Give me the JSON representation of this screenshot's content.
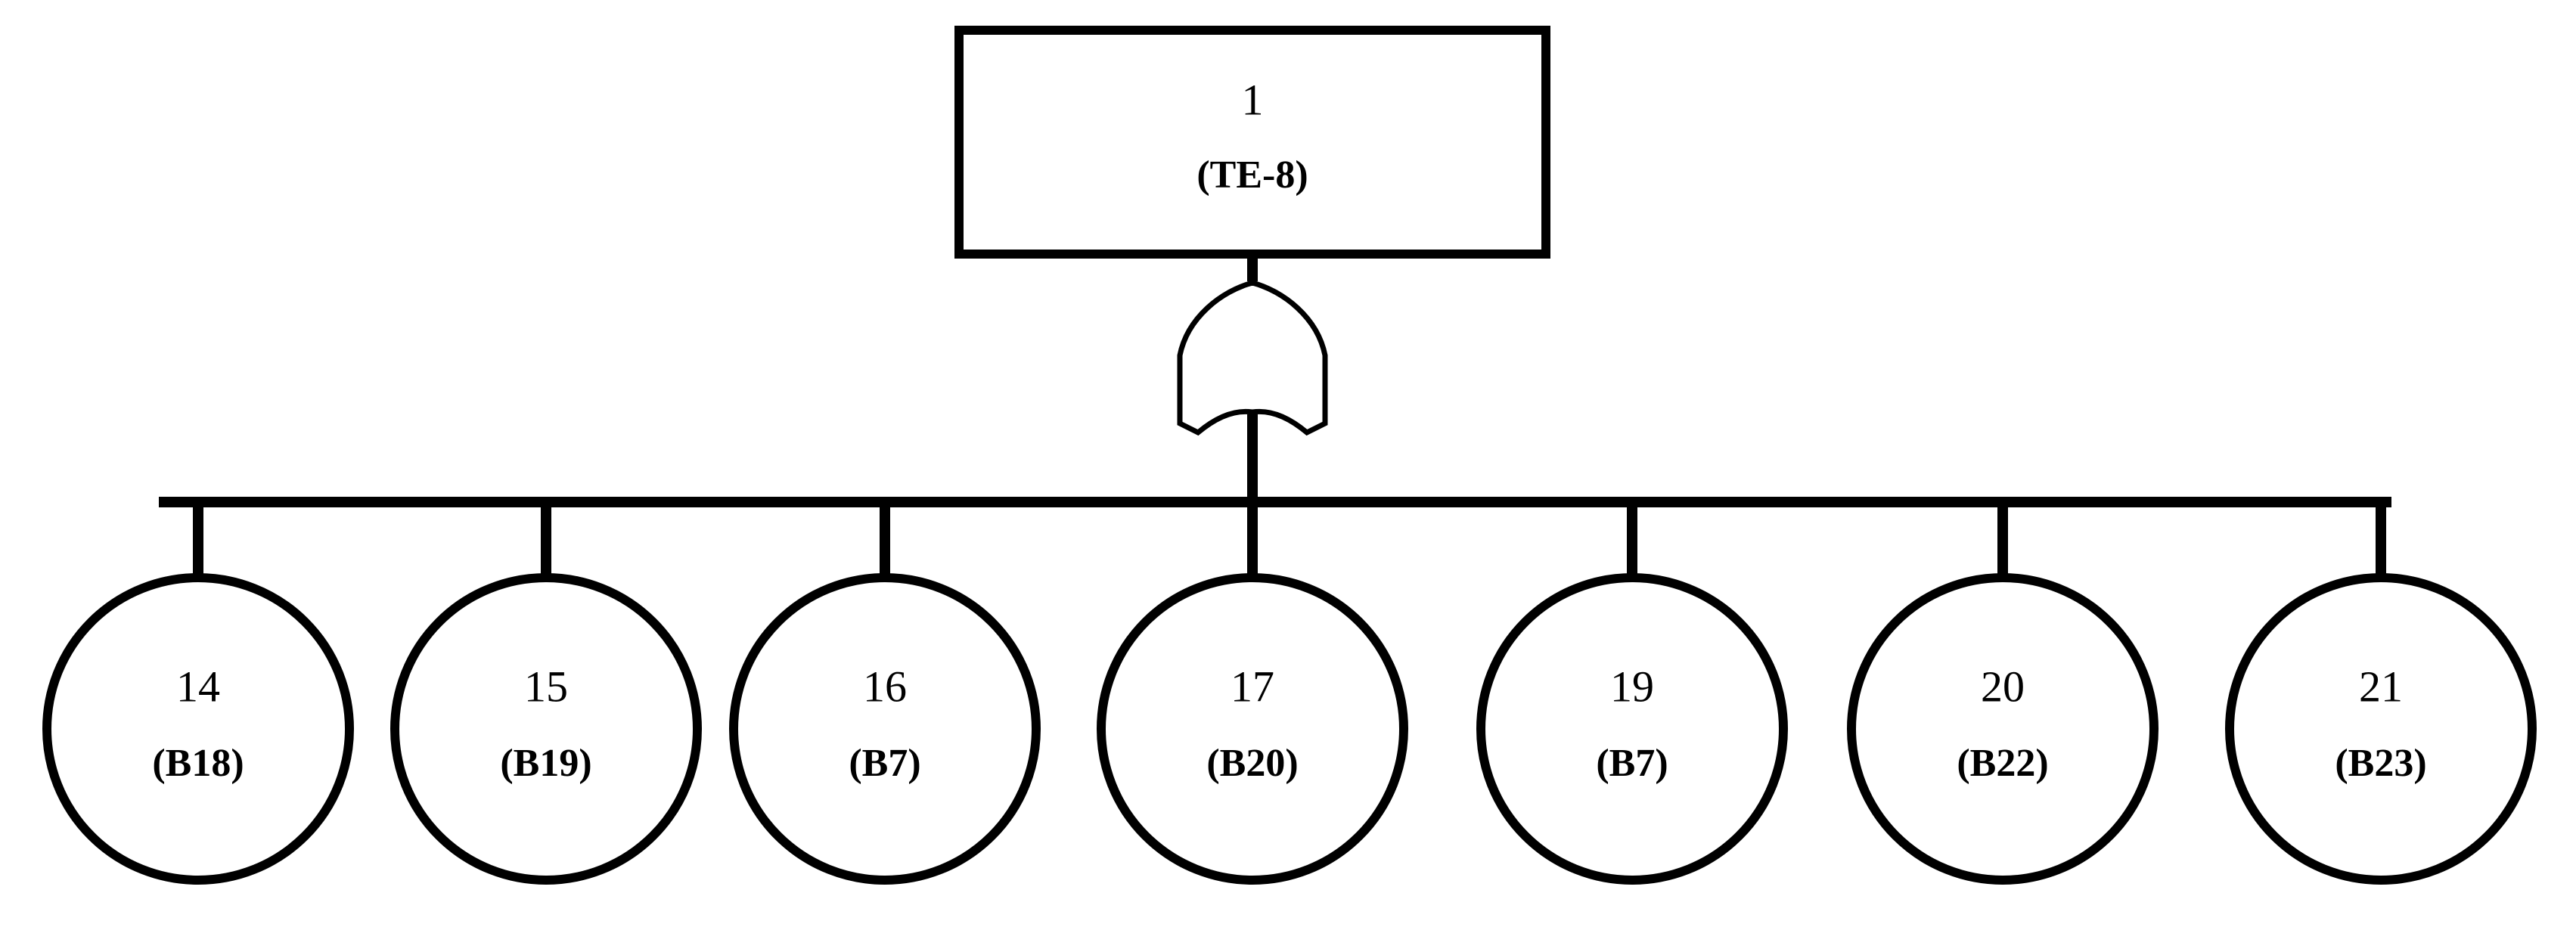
{
  "top_event": {
    "number": "1",
    "code": "(TE-8)"
  },
  "gate": {
    "type": "OR",
    "icon": "or-gate-icon"
  },
  "basic_events": [
    {
      "number": "14",
      "code": "(B18)"
    },
    {
      "number": "15",
      "code": "(B19)"
    },
    {
      "number": "16",
      "code": "(B7)"
    },
    {
      "number": "17",
      "code": "(B20)"
    },
    {
      "number": "19",
      "code": "(B7)"
    },
    {
      "number": "20",
      "code": "(B22)"
    },
    {
      "number": "21",
      "code": "(B23)"
    }
  ]
}
